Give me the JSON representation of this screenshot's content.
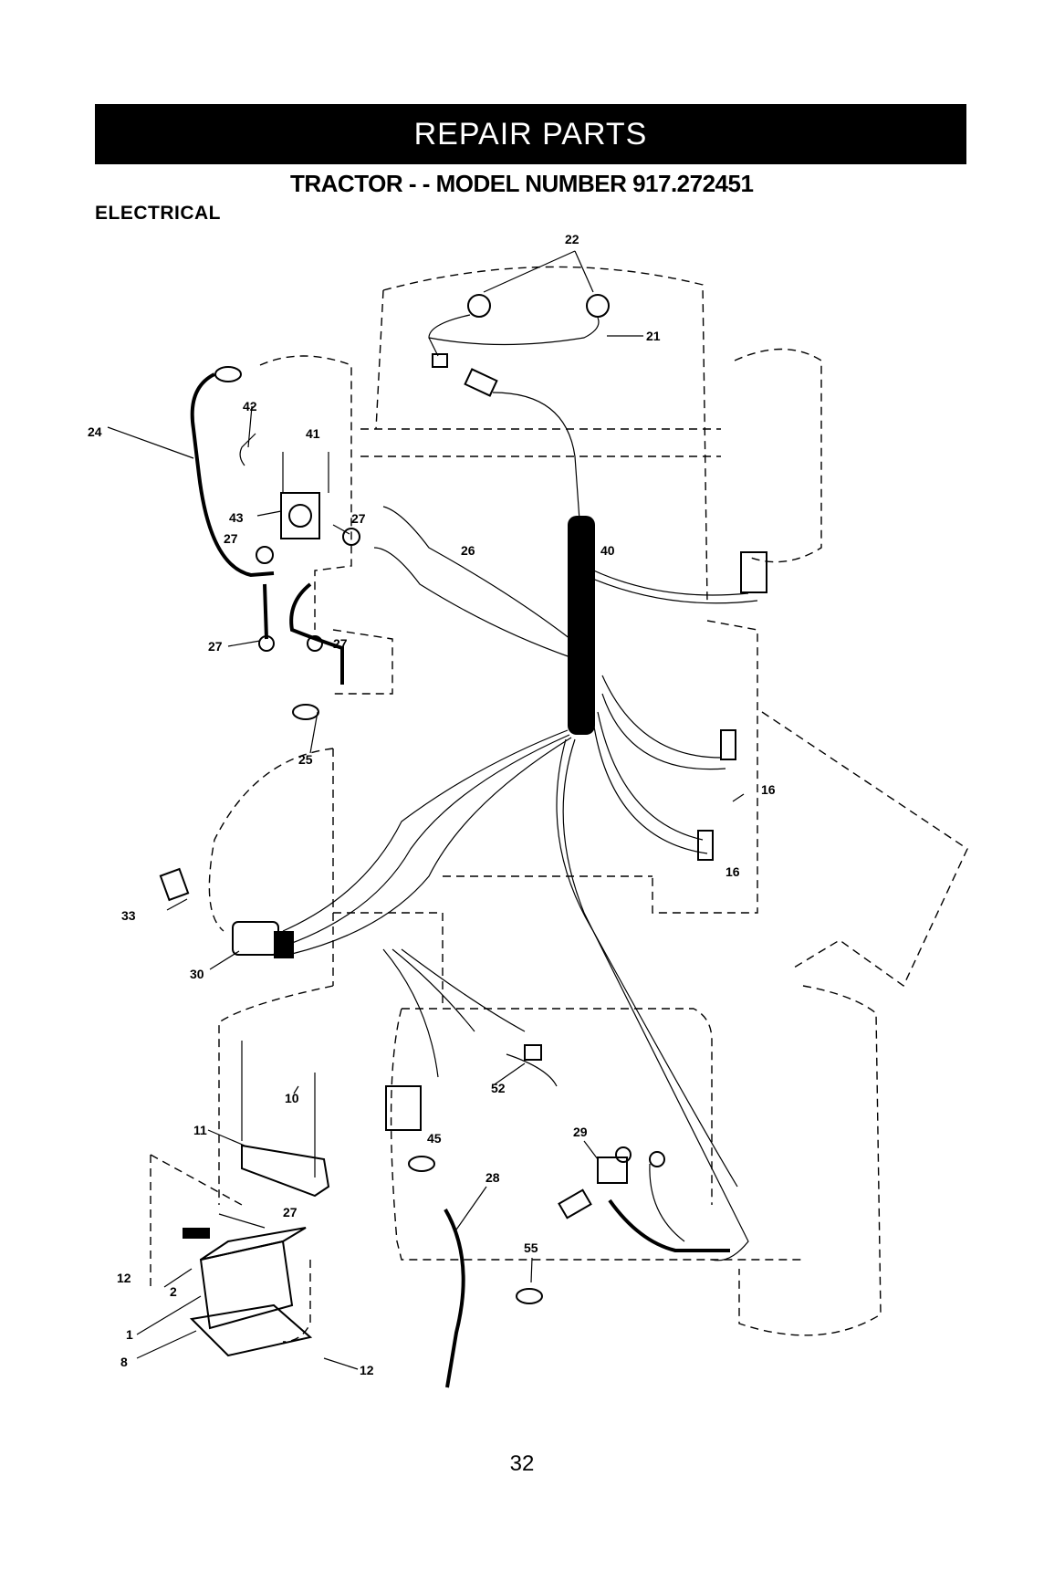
{
  "header": {
    "banner": "REPAIR PARTS",
    "title": "TRACTOR - - MODEL NUMBER 917.272451",
    "section": "ELECTRICAL"
  },
  "callouts": {
    "c22": "22",
    "c21": "21",
    "c24": "24",
    "c42": "42",
    "c41": "41",
    "c43": "43",
    "c27a": "27",
    "c27b": "27",
    "c27c": "27",
    "c27d": "27",
    "c27e": "27",
    "c26": "26",
    "c40": "40",
    "c25": "25",
    "c16a": "16",
    "c16b": "16",
    "c33": "33",
    "c30": "30",
    "c10": "10",
    "c11": "11",
    "c52": "52",
    "c45": "45",
    "c29": "29",
    "c28": "28",
    "c55": "55",
    "c12a": "12",
    "c12b": "12",
    "c2": "2",
    "c1": "1",
    "c8": "8"
  },
  "footer": {
    "page_number": "32"
  }
}
